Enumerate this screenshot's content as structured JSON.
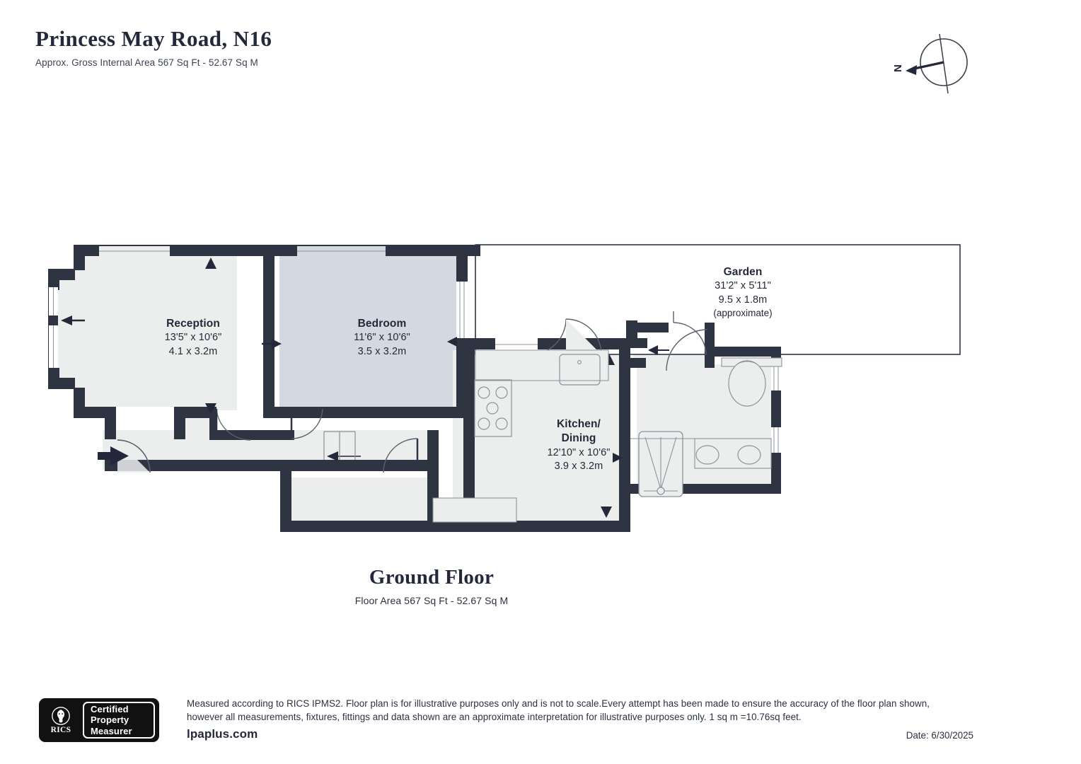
{
  "header": {
    "title": "Princess May Road, N16",
    "subtitle": "Approx. Gross Internal Area 567 Sq Ft - 52.67 Sq M"
  },
  "compass": {
    "north_label": "N"
  },
  "rooms": [
    {
      "id": "reception",
      "name": "Reception",
      "dim_imperial": "13'5\" x 10'6\"",
      "dim_metric": "4.1 x 3.2m",
      "note": "",
      "fill": "#eceded"
    },
    {
      "id": "bedroom",
      "name": "Bedroom",
      "dim_imperial": "11'6\" x 10'6\"",
      "dim_metric": "3.5 x 3.2m",
      "note": "",
      "fill": "#d3d8e1"
    },
    {
      "id": "kitchen",
      "name": "Kitchen/",
      "name2": "Dining",
      "dim_imperial": "12'10\" x 10'6\"",
      "dim_metric": "3.9 x 3.2m",
      "note": "",
      "fill": "#eceded"
    },
    {
      "id": "garden",
      "name": "Garden",
      "dim_imperial": "31'2\" x 5'11\"",
      "dim_metric": "9.5 x 1.8m",
      "note": "(approximate)",
      "fill": "#ffffff"
    }
  ],
  "floor": {
    "name": "Ground Floor",
    "area": "Floor Area 567 Sq Ft - 52.67 Sq M"
  },
  "fixtures": {
    "hob": "hob-icon",
    "sink": "sink-icon",
    "toilet": "toilet-icon",
    "shower": "shower-icon",
    "basin_left": "basin-icon",
    "basin_right": "basin-icon",
    "entrance_arrow": "entrance-arrow-icon",
    "stair_arrow": "stair-direction-arrow-icon"
  },
  "footer": {
    "badge": {
      "brand": "RICS",
      "line1": "Certified",
      "line2": "Property",
      "line3": "Measurer"
    },
    "disclaimer_line1": "Measured according to RICS IPMS2. Floor plan is for illustrative purposes only and is not to scale.Every attempt has been made to ensure the accuracy of the floor plan shown,",
    "disclaimer_line2": "however all measurements, fixtures, fittings and data shown are an approximate interpretation for illustrative purposes only. 1 sq m =10.76sq feet.",
    "site_url": "lpaplus.com",
    "date": "Date: 6/30/2025"
  },
  "colors": {
    "wall": "#2e3442",
    "room_fill": "#eceded",
    "bedroom_fill": "#d3d8e1",
    "fixture_stroke": "#8d939b",
    "text": "#23293a"
  }
}
